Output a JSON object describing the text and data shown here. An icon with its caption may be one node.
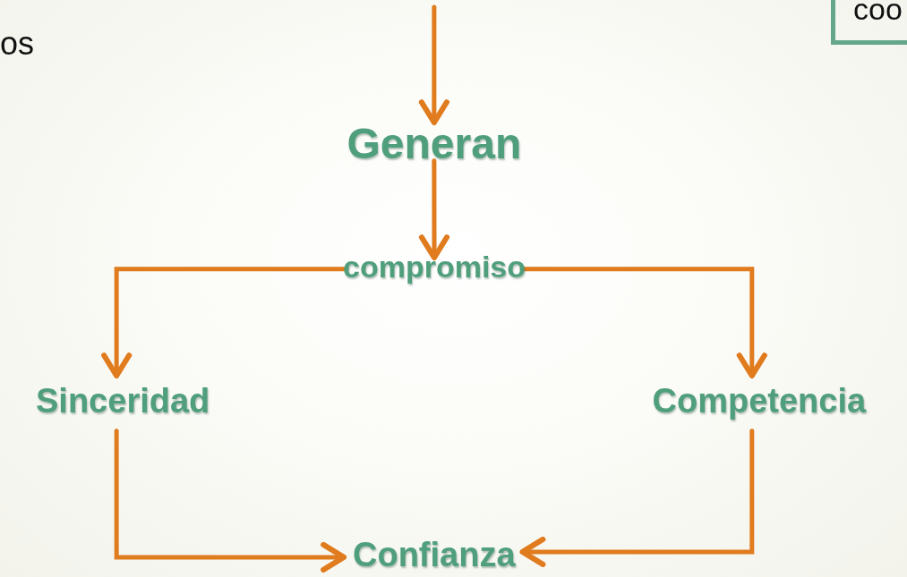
{
  "diagram": {
    "nodes": [
      {
        "text": [
          "Generan"
        ]
      },
      {
        "text": [
          "compromiso"
        ]
      },
      {
        "text": [
          "Sinceridad"
        ]
      },
      {
        "text": [
          "Competencia"
        ]
      },
      {
        "text": [
          "Confianza"
        ]
      },
      {
        "text": [
          "coo"
        ]
      }
    ],
    "edges": [
      {
        "from": null,
        "to": 0,
        "arrow": "to"
      },
      {
        "from": 0,
        "to": 1,
        "arrow": "to"
      },
      {
        "from": 1,
        "to": 2,
        "arrow": "to"
      },
      {
        "from": 1,
        "to": 3,
        "arrow": "to"
      },
      {
        "from": 2,
        "to": 4,
        "arrow": "to"
      },
      {
        "from": 3,
        "to": 4,
        "arrow": "to"
      }
    ],
    "labels": [
      "os"
    ]
  }
}
